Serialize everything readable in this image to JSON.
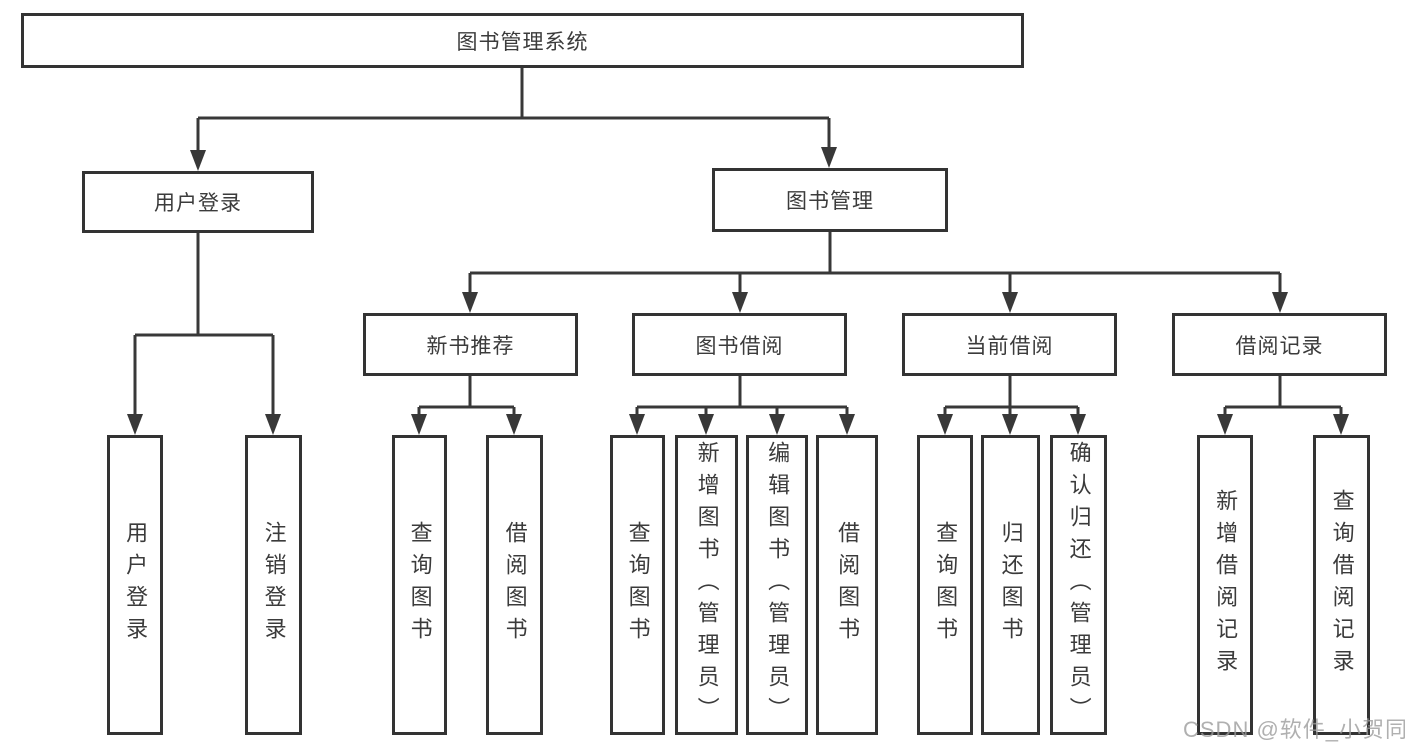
{
  "diagram": {
    "root": "图书管理系统",
    "branches": {
      "user_login": {
        "label": "用户登录",
        "children": [
          "用户登录",
          "注销登录"
        ]
      },
      "book_management": {
        "label": "图书管理",
        "groups": [
          {
            "label": "新书推荐",
            "children": [
              "查询图书",
              "借阅图书"
            ]
          },
          {
            "label": "图书借阅",
            "children": [
              "查询图书",
              "新增图书（管理员）",
              "编辑图书（管理员）",
              "借阅图书"
            ]
          },
          {
            "label": "当前借阅",
            "children": [
              "查询图书",
              "归还图书",
              "确认归还（管理员）"
            ]
          },
          {
            "label": "借阅记录",
            "children": [
              "新增借阅记录",
              "查询借阅记录"
            ]
          }
        ]
      }
    }
  },
  "watermark": "CSDN @软件_小贺同学",
  "colors": {
    "line": "#383838",
    "box_border": "#333333",
    "text": "#3b3b3b",
    "watermark_text": "#9b9b9b",
    "background": "#ffffff"
  }
}
